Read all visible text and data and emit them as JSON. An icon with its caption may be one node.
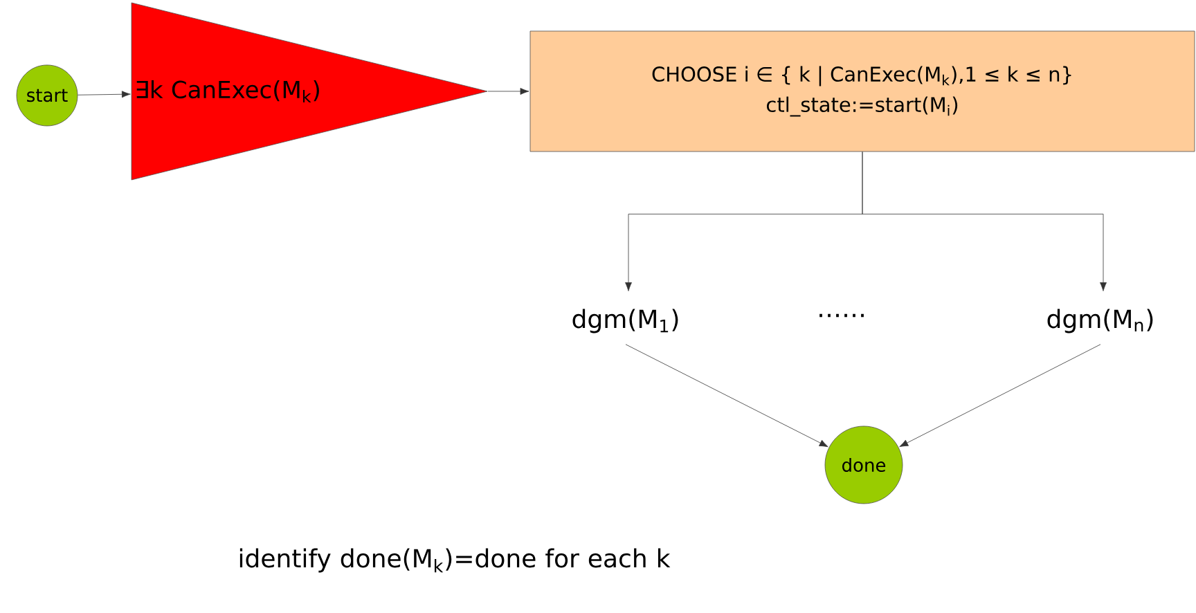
{
  "diagram": {
    "nodes": [
      {
        "text": [
          "start"
        ]
      },
      {
        "text": [
          "∃k CanExec(M$_{k}$)"
        ]
      },
      {
        "text": [
          "CHOOSE i ∈ { k | CanExec(M$_{k}$),1 ≤ k ≤ n}",
          "ctl_state:=start(M$_{i}$)"
        ]
      },
      {
        "text": [
          "dgm(M$_{1}$)"
        ]
      },
      {
        "text": [
          "dgm(M$_{n}$)"
        ]
      },
      {
        "text": [
          "done"
        ]
      }
    ],
    "edges": [
      {
        "from": 0,
        "to": 1,
        "arrow": "to"
      },
      {
        "from": 1,
        "to": 2,
        "arrow": "to"
      },
      {
        "from": 2,
        "to": 3,
        "arrow": "to"
      },
      {
        "from": 2,
        "to": 4,
        "arrow": "to"
      },
      {
        "from": 3,
        "to": 5,
        "arrow": "to"
      },
      {
        "from": 4,
        "to": 5,
        "arrow": "to"
      }
    ],
    "labels": [
      "……",
      "identify done(M$_{k}$)=done for each k"
    ]
  }
}
